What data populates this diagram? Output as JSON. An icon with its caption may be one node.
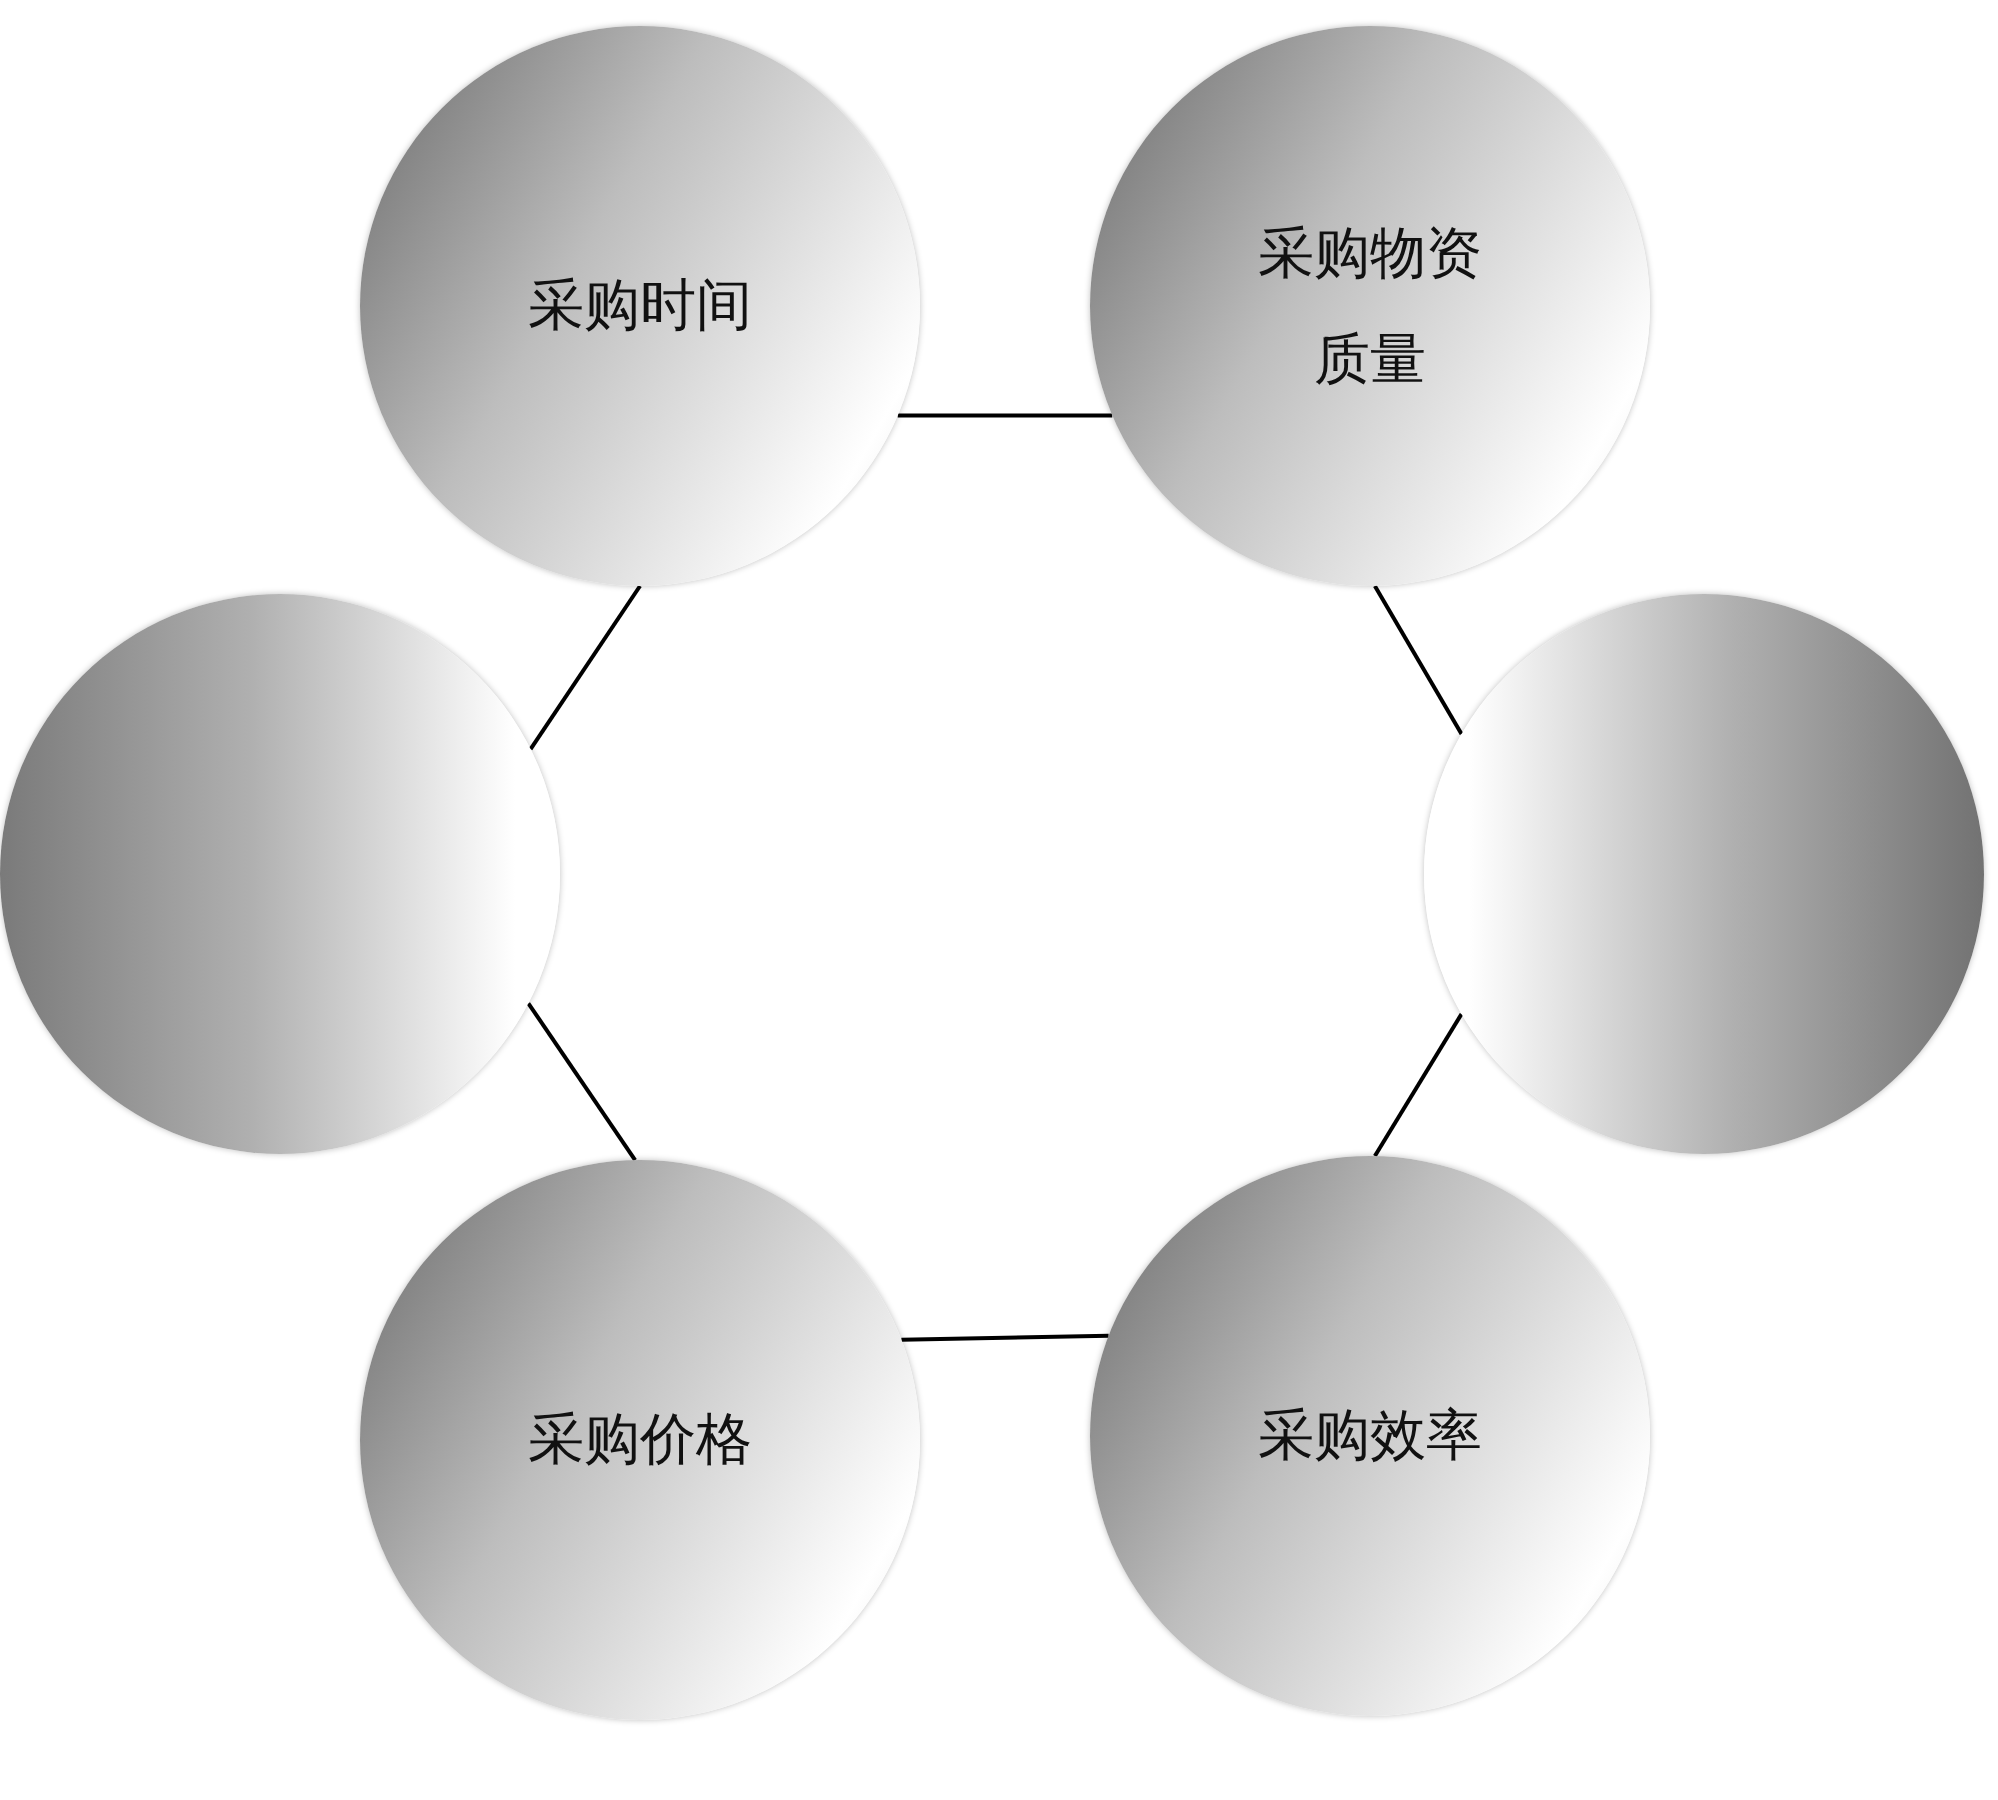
{
  "diagram": {
    "nodes": [
      {
        "text": [
          "采购时间"
        ]
      },
      {
        "text": [
          "采购物资质量"
        ]
      },
      {
        "text": [],
        "shape": "circle"
      },
      {
        "text": [],
        "shape": "circle"
      },
      {
        "text": [
          "采购价格"
        ]
      },
      {
        "text": [
          "采购效率"
        ]
      }
    ],
    "edges": [
      {
        "from": 0,
        "to": 1,
        "arrow": "none"
      },
      {
        "from": 1,
        "to": 3,
        "arrow": "none"
      },
      {
        "from": 3,
        "to": 5,
        "arrow": "none"
      },
      {
        "from": 5,
        "to": 4,
        "arrow": "none"
      },
      {
        "from": 4,
        "to": 2,
        "arrow": "none"
      },
      {
        "from": 2,
        "to": 0,
        "arrow": "none"
      }
    ]
  }
}
